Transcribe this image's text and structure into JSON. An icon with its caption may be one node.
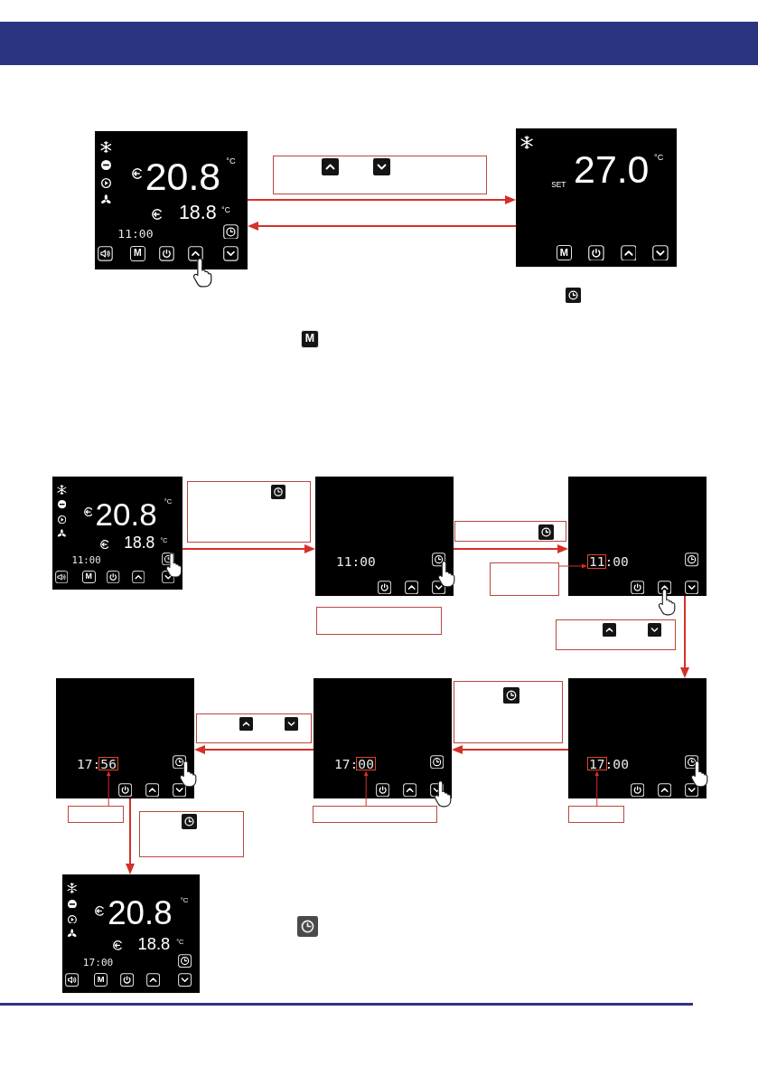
{
  "diagram": {
    "nodes": [
      {
        "text": [
          "20.8",
          "°C",
          "18.8",
          "°C",
          "11:00",
          "M"
        ]
      },
      {
        "text": [],
        "shape": "box"
      },
      {
        "text": [
          "SET",
          "27.0",
          "°C",
          "M"
        ]
      },
      {
        "text": [
          "20.8",
          "°C",
          "18.8",
          "°C",
          "11:00",
          "M"
        ]
      },
      {
        "text": [],
        "shape": "box"
      },
      {
        "text": [
          "11:00"
        ]
      },
      {
        "text": [],
        "shape": "box"
      },
      {
        "text": [],
        "shape": "box"
      },
      {
        "text": [
          "11:00"
        ]
      },
      {
        "text": [],
        "shape": "box",
        "in": 8
      },
      {
        "text": [],
        "shape": "box"
      },
      {
        "text": [],
        "shape": "box"
      },
      {
        "text": [
          "17:56"
        ]
      },
      {
        "text": [],
        "shape": "box",
        "in": 12
      },
      {
        "text": [],
        "shape": "box"
      },
      {
        "text": [
          "17:00"
        ]
      },
      {
        "text": [],
        "shape": "box",
        "in": 15
      },
      {
        "text": [],
        "shape": "box"
      },
      {
        "text": [
          "17:00"
        ]
      },
      {
        "text": [],
        "shape": "box",
        "in": 18
      },
      {
        "text": [],
        "shape": "box"
      },
      {
        "text": [],
        "shape": "box"
      },
      {
        "text": [],
        "shape": "box"
      },
      {
        "text": [],
        "shape": "box"
      },
      {
        "text": [
          "20.8",
          "°C",
          "18.8",
          "°C",
          "17:00",
          "M"
        ]
      }
    ],
    "edges": [
      {
        "from": 0,
        "to": 2,
        "arrow": "to"
      },
      {
        "from": 2,
        "to": 0,
        "arrow": "to"
      },
      {
        "from": 3,
        "to": 5,
        "arrow": "to"
      },
      {
        "from": 5,
        "to": 8,
        "arrow": "to"
      },
      {
        "from": 7,
        "to": 9,
        "arrow": "to"
      },
      {
        "from": 8,
        "to": 18,
        "arrow": "to"
      },
      {
        "from": 18,
        "to": 15,
        "arrow": "to"
      },
      {
        "from": 15,
        "to": 12,
        "arrow": "to"
      },
      {
        "from": 20,
        "to": 13,
        "arrow": "to"
      },
      {
        "from": 22,
        "to": 16,
        "arrow": "to"
      },
      {
        "from": 23,
        "to": 19,
        "arrow": "to"
      },
      {
        "from": 12,
        "to": 24,
        "arrow": "to"
      }
    ],
    "labels": [
      "M"
    ]
  }
}
